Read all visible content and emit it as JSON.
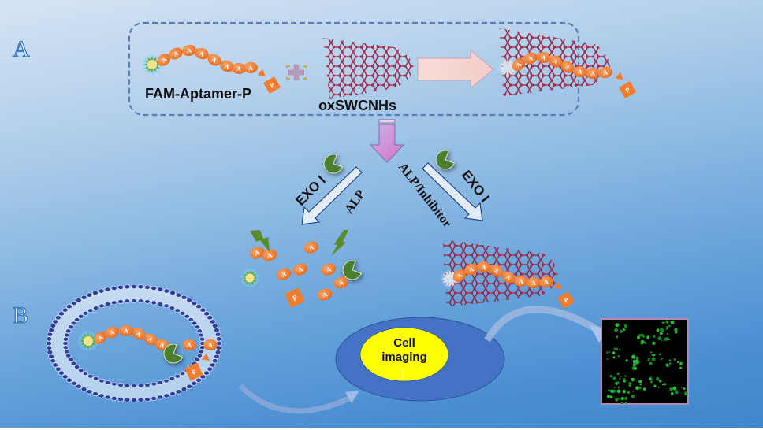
{
  "figure": {
    "panels": {
      "a": "A",
      "b": "B"
    },
    "section_a": {
      "probe_label": "FAM-Aptamer-P",
      "nanomaterial_label": "oxSWCNHs",
      "nucleotide_letter": "A",
      "phosphate_letter": "P",
      "aptamer_length": 8
    },
    "pathways": {
      "left": {
        "enzyme_label": "EXO I",
        "enzyme2_label": "ALP"
      },
      "right": {
        "enzyme_label": "ALP/Inhibitor",
        "enzyme2_label": "EXO I"
      }
    },
    "section_b": {
      "cell_label_line1": "Cell",
      "cell_label_line2": "imaging",
      "microscopy_image": "green fluorescence cell image"
    },
    "colors": {
      "nucleotide": "#ee7a2e",
      "phosphate": "#ef7d2d",
      "enzyme": "#4a7f2e",
      "carbon_nanohorn": "#8c1c36",
      "fam_core": "#f3e48a",
      "fam_rays": "#5aae3c",
      "dashed_box": "#5b7fb4",
      "cell_outer": "#4472c4",
      "cell_inner": "#ffff00",
      "membrane_head": "#2f3f9a"
    }
  }
}
